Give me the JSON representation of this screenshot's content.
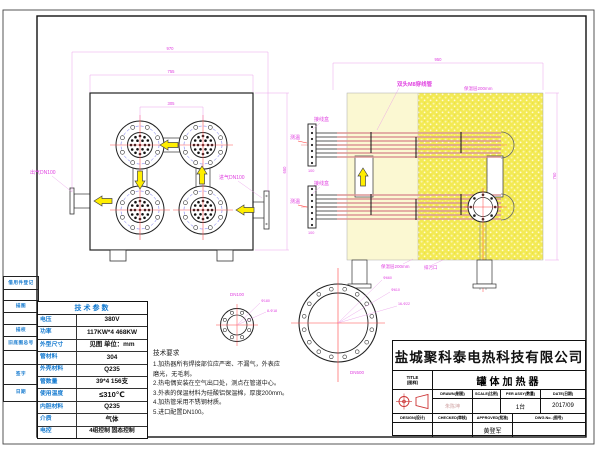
{
  "left_strip": {
    "items": [
      "借用件登记",
      "描图",
      "描校",
      "旧底图总号",
      "签字",
      "日期"
    ]
  },
  "params_table": {
    "title": "技术参数",
    "rows": [
      [
        "电压",
        "380V"
      ],
      [
        "功率",
        "117KW*4  468KW"
      ],
      [
        "外型尺寸",
        "见图 单位：mm"
      ],
      [
        "管材料",
        "304"
      ],
      [
        "外壳材料",
        "Q235"
      ],
      [
        "管数量",
        "39*4  156支"
      ],
      [
        "使用温度",
        "≤310℃"
      ],
      [
        "内胆材料",
        "Q235"
      ],
      [
        "介质",
        "气体"
      ],
      [
        "电控",
        "4组控制 固态控制"
      ]
    ]
  },
  "tech_req": {
    "title": "技术要求",
    "lines": [
      "1.加热器所有焊接部位应严密、不漏气，外表应",
      "磨光，无毛刺。",
      "2.热电偶安装在空气出口处，测点在管道中心。",
      "3.外表的保温材料为硅酸铝保温棉，厚度200mm。",
      "4.加热管采用不锈钢材质。",
      "5.进口配置DN100。"
    ]
  },
  "front_view": {
    "label_outlet": "出气DN100",
    "label_inlet": "进气DN100",
    "dim_overall": "970",
    "dim_body": "755",
    "dim_centers": "305",
    "dim_height": "650"
  },
  "side_view": {
    "label_conduit": "双头M8穿线管",
    "label_ins_top": "保温层200mm",
    "label_junction1": "接线盒",
    "label_junction2": "接线盒",
    "label_temp1": "测温",
    "label_temp2": "测温",
    "label_ins_bottom": "保温层200mm",
    "label_drain": "排污口",
    "dim_length": "950",
    "dim_height": "760",
    "dim_plate1": "100",
    "dim_plate2": "100"
  },
  "flange_small": {
    "label": "DN100",
    "dim1": "Φ180",
    "dim2": "8-Φ18"
  },
  "flange_large": {
    "label": "DN500",
    "dim1": "Φ660",
    "dim2": "Φ610",
    "dim3": "16-Φ22"
  },
  "title_block": {
    "company": "盐城聚科泰电热科技有限公司",
    "title_label1": "TITLE",
    "title_label2": "(图样)",
    "title_value": "罐体加热器",
    "h_drawn": "DRAWN(制图)",
    "v_drawn": "朱陈坤",
    "h_scale": "SCALE(比例)",
    "h_qty": "PER ASSY(数量)",
    "v_qty": "1台",
    "h_date": "DATE(日期)",
    "v_date": "2017/09",
    "h_design": "DESIGN(设计)",
    "h_checked": "CHECKED(审核)",
    "h_approved": "APPROVED(批准)",
    "v_approved": "黄登军",
    "h_dwg": "DWG.No. (图号)"
  }
}
